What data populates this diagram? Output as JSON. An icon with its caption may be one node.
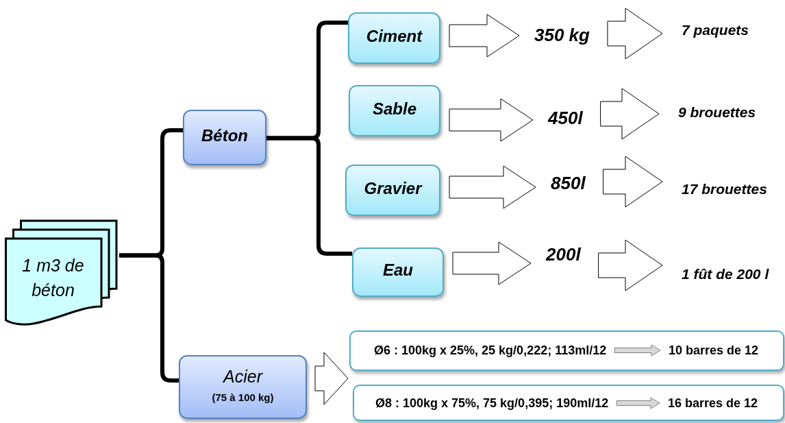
{
  "diagram": {
    "nodes": [
      {
        "text": [
          "1 m3 de béton"
        ]
      },
      {
        "text": [
          "Béton"
        ]
      },
      {
        "text": [
          "Acier",
          "(75 à 100 kg)"
        ]
      },
      {
        "text": [
          "Ciment"
        ]
      },
      {
        "text": [
          "Sable"
        ]
      },
      {
        "text": [
          "Gravier"
        ]
      },
      {
        "text": [
          "Eau"
        ]
      },
      {
        "text": [
          "350 kg"
        ]
      },
      {
        "text": [
          "7 paquets"
        ]
      },
      {
        "text": [
          "450l"
        ]
      },
      {
        "text": [
          "9 brouettes"
        ]
      },
      {
        "text": [
          "850l"
        ]
      },
      {
        "text": [
          "17 brouettes"
        ]
      },
      {
        "text": [
          "200l"
        ]
      },
      {
        "text": [
          "1 fût de 200 l"
        ]
      },
      {
        "text": [],
        "shape": "box"
      },
      {
        "text": [
          "Ø6 : 100kg x 25%, 25 kg/0,222; 113ml/12"
        ],
        "in": 15
      },
      {
        "text": [
          "10 barres de 12"
        ],
        "in": 15
      },
      {
        "text": [],
        "shape": "box"
      },
      {
        "text": [
          "Ø8 : 100kg x 75%, 75 kg/0,395; 190ml/12"
        ],
        "in": 18
      },
      {
        "text": [
          "16 barres de 12"
        ],
        "in": 18
      }
    ],
    "edges": [
      {
        "from": 0,
        "to": 1,
        "arrow": "none"
      },
      {
        "from": 0,
        "to": 2,
        "arrow": "none"
      },
      {
        "from": 1,
        "to": 3,
        "arrow": "none"
      },
      {
        "from": 1,
        "to": 6,
        "arrow": "none"
      },
      {
        "from": 3,
        "to": 7,
        "arrow": "to"
      },
      {
        "from": 7,
        "to": 8,
        "arrow": "to"
      },
      {
        "from": 4,
        "to": 9,
        "arrow": "to"
      },
      {
        "from": 9,
        "to": 10,
        "arrow": "to"
      },
      {
        "from": 5,
        "to": 11,
        "arrow": "to"
      },
      {
        "from": 11,
        "to": 12,
        "arrow": "to"
      },
      {
        "from": 6,
        "to": 13,
        "arrow": "to"
      },
      {
        "from": 13,
        "to": 14,
        "arrow": "to"
      },
      {
        "from": 2,
        "to": 15,
        "arrow": "to"
      },
      {
        "from": 2,
        "to": 18,
        "arrow": "to"
      },
      {
        "from": 16,
        "to": 17,
        "arrow": "to",
        "color": "#7f7f7f"
      },
      {
        "from": 19,
        "to": 20,
        "arrow": "to",
        "color": "#7f7f7f"
      }
    ]
  }
}
